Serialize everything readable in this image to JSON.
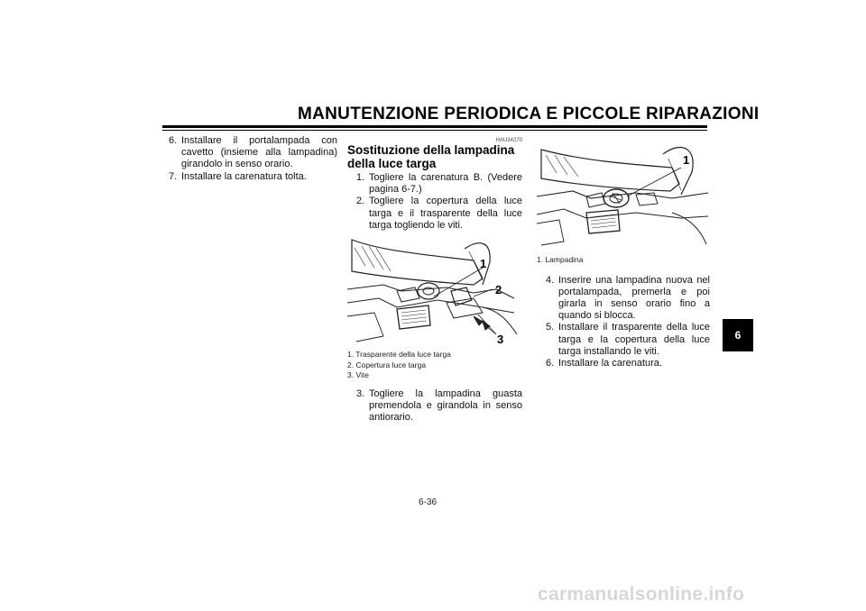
{
  "header": {
    "title": "MANUTENZIONE PERIODICA E PICCOLE RIPARAZIONI"
  },
  "column1": {
    "steps": [
      {
        "num": "6.",
        "text": "Installare il portalampada con cavetto (insieme alla lampadina) girandolo in senso orario."
      },
      {
        "num": "7.",
        "text": "Installare la carenatura tolta."
      }
    ]
  },
  "column2": {
    "code": "HAU34270",
    "title": "Sostituzione della lampadina della luce targa",
    "steps": [
      {
        "num": "1.",
        "text": "Togliere la carenatura B. (Vedere pagina 6-7.)"
      },
      {
        "num": "2.",
        "text": "Togliere la copertura della luce targa e il trasparente della luce targa togliendo le viti."
      }
    ],
    "figure_callouts": [
      "1",
      "2",
      "3"
    ],
    "captions": [
      "1. Trasparente della luce targa",
      "2. Copertura luce targa",
      "3. Vite"
    ],
    "steps_after": [
      {
        "num": "3.",
        "text": "Togliere la lampadina guasta premendola e girandola in senso antiorario."
      }
    ]
  },
  "column3": {
    "figure_callouts": [
      "1"
    ],
    "captions": [
      "1. Lampadina"
    ],
    "steps": [
      {
        "num": "4.",
        "text": "Inserire una lampadina nuova nel portalampada, premerla e poi girarla in senso orario fino a quando si blocca."
      },
      {
        "num": "5.",
        "text": "Installare il trasparente della luce targa e la copertura della luce targa installando le viti."
      },
      {
        "num": "6.",
        "text": "Installare la carenatura."
      }
    ]
  },
  "chapter_tab": "6",
  "page_number": "6-36",
  "watermark": "carmanualsonline.info"
}
